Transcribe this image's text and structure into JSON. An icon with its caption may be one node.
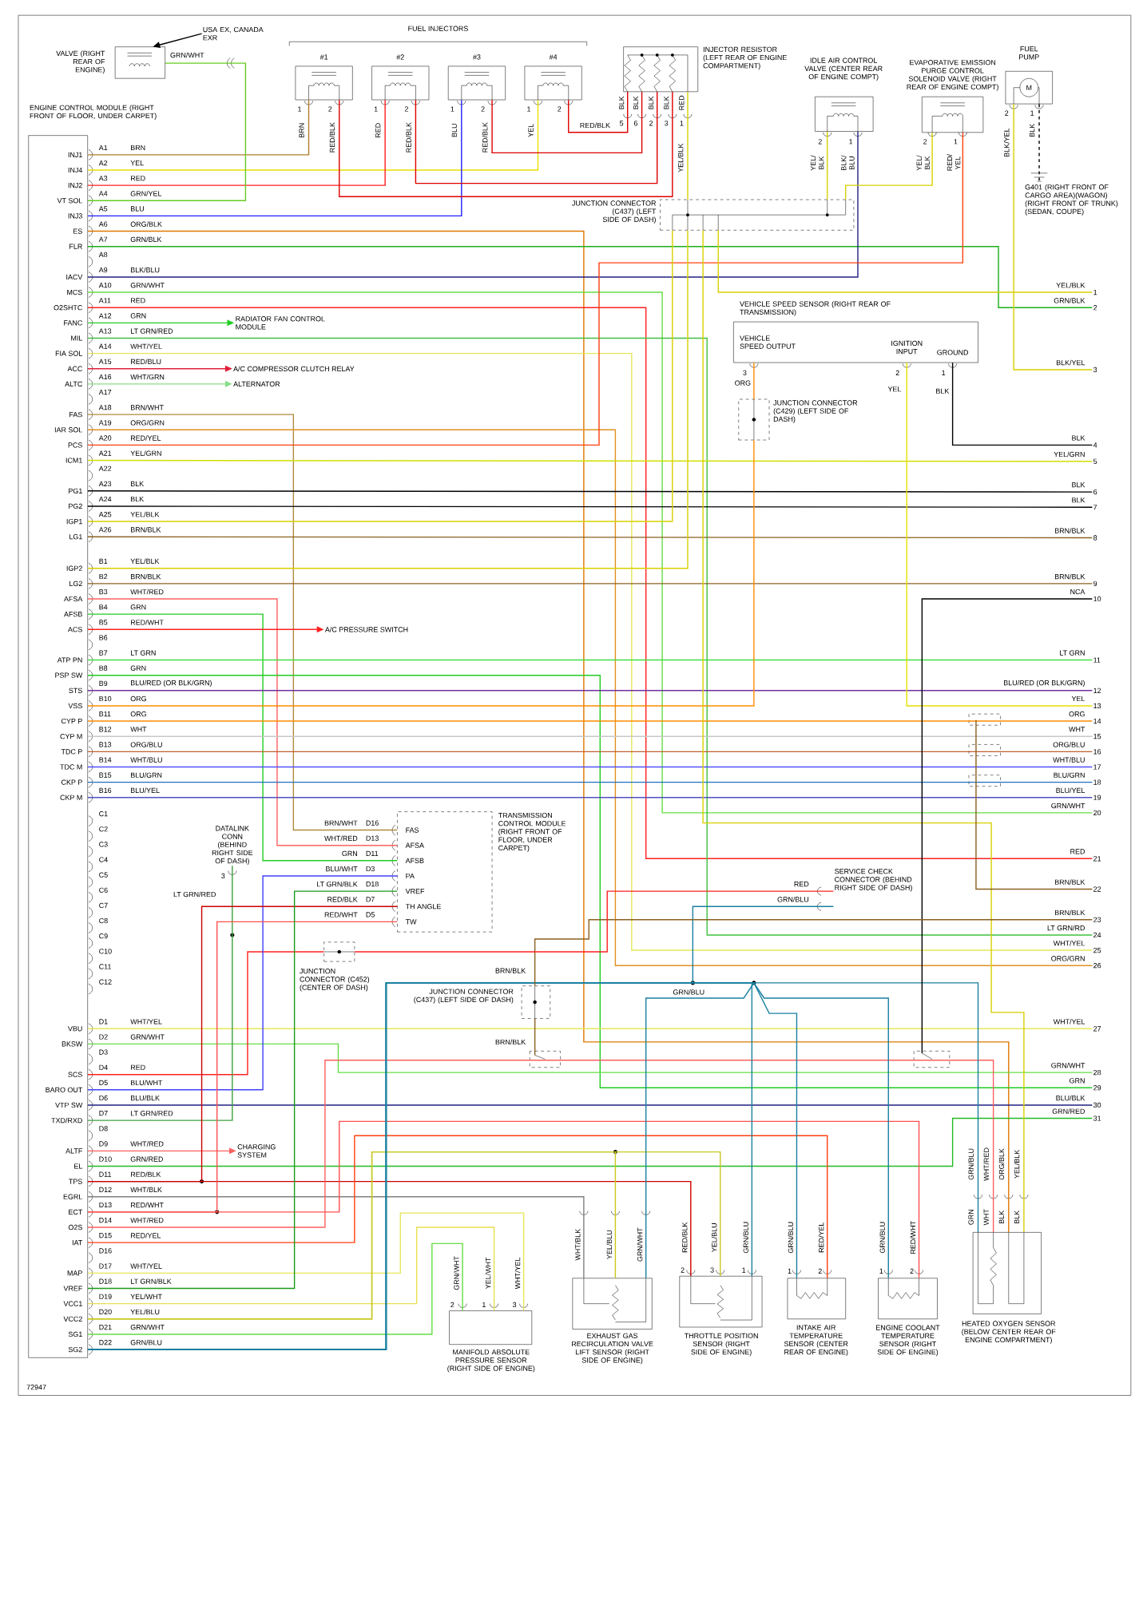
{
  "diagram": {
    "nodes": [
      {
        "text": [
          "ENGINE CONTROL MODULE (RIGHT FRONT OF FLOOR, UNDER CARPET)"
        ]
      },
      {
        "text": [
          "VALVE (RIGHT REAR OF ENGINE)"
        ]
      },
      {
        "text": [
          "USA EX, CANADA EXR"
        ]
      },
      {
        "text": [
          "#1"
        ]
      },
      {
        "text": [
          "#2"
        ]
      },
      {
        "text": [
          "#3"
        ]
      },
      {
        "text": [
          "#4"
        ]
      },
      {
        "text": [
          "INJECTOR RESISTOR (LEFT REAR OF ENGINE COMPARTMENT)"
        ]
      },
      {
        "text": [
          "IDLE AIR CONTROL VALVE (CENTER REAR OF ENGINE COMPT)"
        ]
      },
      {
        "text": [
          "EVAPORATIVE EMISSION PURGE CONTROL SOLENOID VALVE (RIGHT REAR OF ENGINE COMPT)"
        ]
      },
      {
        "text": [
          "FUEL PUMP"
        ]
      },
      {
        "text": [
          "G401 (RIGHT FRONT OF CARGO AREA)(WAGON) (RIGHT FRONT OF TRUNK) (SEDAN, COUPE)"
        ]
      },
      {
        "text": [
          "JUNCTION CONNECTOR (C437) (LEFT SIDE OF DASH)"
        ]
      },
      {
        "text": [
          "VEHICLE SPEED SENSOR (RIGHT REAR OF TRANSMISSION)",
          "VEHICLE SPEED OUTPUT",
          "IGNITION INPUT",
          "GROUND"
        ]
      },
      {
        "text": [
          "JUNCTION CONNECTOR (C429) (LEFT SIDE OF DASH)"
        ]
      },
      {
        "text": [
          "RADIATOR FAN CONTROL MODULE"
        ]
      },
      {
        "text": [
          "A/C COMPRESSOR CLUTCH RELAY"
        ]
      },
      {
        "text": [
          "ALTERNATOR"
        ]
      },
      {
        "text": [
          "A/C PRESSURE SWITCH"
        ]
      },
      {
        "text": [
          "FAS",
          "AFSA",
          "AFSB",
          "PA",
          "VREF",
          "TH ANGLE",
          "TW",
          "TRANSMISSION CONTROL MODULE (RIGHT FRONT OF FLOOR, UNDER CARPET)"
        ]
      },
      {
        "text": [
          "DATALINK CONN (BEHIND RIGHT SIDE OF DASH)"
        ]
      },
      {
        "text": [
          "JUNCTION CONNECTOR (C452) (CENTER OF DASH)"
        ]
      },
      {
        "text": [
          "SERVICE CHECK CONNECTOR (BEHIND RIGHT SIDE OF DASH)"
        ]
      },
      {
        "text": [
          "JUNCTION CONNECTOR (C437) (LEFT SIDE OF DASH)"
        ]
      },
      {
        "text": [
          "CHARGING SYSTEM"
        ]
      },
      {
        "text": [
          "MANIFOLD ABSOLUTE PRESSURE SENSOR (RIGHT SIDE OF ENGINE)"
        ]
      },
      {
        "text": [
          "EXHAUST GAS RECIRCULATION VALVE LIFT SENSOR (RIGHT SIDE OF ENGINE)"
        ]
      },
      {
        "text": [
          "THROTTLE POSITION SENSOR (RIGHT SIDE OF ENGINE)"
        ]
      },
      {
        "text": [
          "INTAKE AIR TEMPERATURE SENSOR (CENTER REAR OF ENGINE)"
        ]
      },
      {
        "text": [
          "ENGINE COOLANT TEMPERATURE SENSOR (RIGHT SIDE OF ENGINE)"
        ]
      },
      {
        "text": [
          "HEATED OXYGEN SENSOR (BELOW CENTER REAR OF ENGINE COMPARTMENT)"
        ]
      },
      {
        "text": [
          "1"
        ]
      },
      {
        "text": [
          "2"
        ]
      },
      {
        "text": [
          "3"
        ]
      },
      {
        "text": [
          "4"
        ]
      },
      {
        "text": [
          "5"
        ]
      },
      {
        "text": [
          "6"
        ]
      },
      {
        "text": [
          "7"
        ]
      },
      {
        "text": [
          "8"
        ]
      },
      {
        "text": [
          "9"
        ]
      },
      {
        "text": [
          "10"
        ]
      },
      {
        "text": [
          "11"
        ]
      },
      {
        "text": [
          "12"
        ]
      },
      {
        "text": [
          "13"
        ]
      },
      {
        "text": [
          "14"
        ]
      },
      {
        "text": [
          "15"
        ]
      },
      {
        "text": [
          "16"
        ]
      },
      {
        "text": [
          "17"
        ]
      },
      {
        "text": [
          "18"
        ]
      },
      {
        "text": [
          "19"
        ]
      },
      {
        "text": [
          "20"
        ]
      },
      {
        "text": [
          "21"
        ]
      },
      {
        "text": [
          "22"
        ]
      },
      {
        "text": [
          "23"
        ]
      },
      {
        "text": [
          "24"
        ]
      },
      {
        "text": [
          "25"
        ]
      },
      {
        "text": [
          "26"
        ]
      },
      {
        "text": [
          "27"
        ]
      },
      {
        "text": [
          "28"
        ]
      },
      {
        "text": [
          "29"
        ]
      },
      {
        "text": [
          "30"
        ]
      },
      {
        "text": [
          "31"
        ]
      }
    ],
    "edges": [
      {
        "from": 0,
        "to": 3,
        "arrow": "none",
        "label": "BRN",
        "color": "#b07d2b"
      },
      {
        "from": 0,
        "to": 6,
        "arrow": "none",
        "label": "YEL",
        "color": "#e8e000"
      },
      {
        "from": 0,
        "to": 4,
        "arrow": "none",
        "label": "RED",
        "color": "#ff2020"
      },
      {
        "from": 0,
        "to": 1,
        "arrow": "none",
        "label": "GRN/YEL",
        "color": "#66cc22"
      },
      {
        "from": 0,
        "to": 5,
        "arrow": "none",
        "label": "BLU",
        "color": "#2020ff"
      },
      {
        "from": 0,
        "to": 30,
        "arrow": "none",
        "label": "ORG/BLK",
        "color": "#e07800"
      },
      {
        "from": 0,
        "to": 32,
        "arrow": "none",
        "label": "GRN/BLK",
        "color": "#18b018"
      },
      {
        "from": 0,
        "to": 8,
        "arrow": "none",
        "label": "BLK/BLU",
        "color": "#202080"
      },
      {
        "from": 0,
        "to": 50,
        "arrow": "none",
        "label": "GRN/WHT",
        "color": "#66dd44"
      },
      {
        "from": 0,
        "to": 51,
        "arrow": "none",
        "label": "RED",
        "color": "#ff2020"
      },
      {
        "from": 0,
        "to": 15,
        "arrow": "to",
        "label": "GRN",
        "color": "#22cc22"
      },
      {
        "from": 0,
        "to": 54,
        "arrow": "none",
        "label": "LT GRN/RED",
        "color": "#40c040"
      },
      {
        "from": 0,
        "to": 55,
        "arrow": "none",
        "label": "WHT/YEL",
        "color": "#e6e65a"
      },
      {
        "from": 0,
        "to": 16,
        "arrow": "to",
        "label": "RED/BLU",
        "color": "#e0203a"
      },
      {
        "from": 0,
        "to": 17,
        "arrow": "to",
        "label": "WHT/GRN",
        "color": "#88dd88"
      },
      {
        "from": 0,
        "to": 19,
        "arrow": "none",
        "label": "BRN/WHT",
        "color": "#b08a40"
      },
      {
        "from": 0,
        "to": 56,
        "arrow": "none",
        "label": "ORG/GRN",
        "color": "#e09020"
      },
      {
        "from": 0,
        "to": 9,
        "arrow": "none",
        "label": "RED/YEL",
        "color": "#ff4010"
      },
      {
        "from": 0,
        "to": 35,
        "arrow": "none",
        "label": "YEL/GRN",
        "color": "#d0e000"
      },
      {
        "from": 0,
        "to": 36,
        "arrow": "none",
        "label": "BLK",
        "color": "#000000"
      },
      {
        "from": 0,
        "to": 37,
        "arrow": "none",
        "label": "BLK",
        "color": "#000000"
      },
      {
        "from": 0,
        "to": 12,
        "arrow": "none",
        "label": "YEL/BLK",
        "color": "#d8d000"
      },
      {
        "from": 0,
        "to": 38,
        "arrow": "none",
        "label": "BRN/BLK",
        "color": "#8a6020"
      },
      {
        "from": 0,
        "to": 12,
        "arrow": "none",
        "label": "YEL/BLK",
        "color": "#d8d000"
      },
      {
        "from": 0,
        "to": 39,
        "arrow": "none",
        "label": "BRN/BLK",
        "color": "#8a6020"
      },
      {
        "from": 0,
        "to": 19,
        "arrow": "none",
        "label": "WHT/RED",
        "color": "#ff6060"
      },
      {
        "from": 0,
        "to": 19,
        "arrow": "none",
        "label": "GRN",
        "color": "#22cc22"
      },
      {
        "from": 0,
        "to": 18,
        "arrow": "to",
        "label": "RED/WHT",
        "color": "#ff2020"
      },
      {
        "from": 0,
        "to": 41,
        "arrow": "none",
        "label": "LT GRN",
        "color": "#40e040"
      },
      {
        "from": 0,
        "to": 59,
        "arrow": "none",
        "label": "GRN",
        "color": "#22cc22"
      },
      {
        "from": 0,
        "to": 42,
        "arrow": "none",
        "label": "BLU/RED (OR BLK/GRN)",
        "color": "#7030a0"
      },
      {
        "from": 0,
        "to": 14,
        "arrow": "none",
        "label": "ORG",
        "color": "#ff8c00"
      },
      {
        "from": 0,
        "to": 44,
        "arrow": "none",
        "label": "ORG",
        "color": "#ff8c00"
      },
      {
        "from": 0,
        "to": 45,
        "arrow": "none",
        "label": "WHT",
        "color": "#c8c8c8"
      },
      {
        "from": 0,
        "to": 46,
        "arrow": "none",
        "label": "ORG/BLU",
        "color": "#c06030"
      },
      {
        "from": 0,
        "to": 47,
        "arrow": "none",
        "label": "WHT/BLU",
        "color": "#5050ff"
      },
      {
        "from": 0,
        "to": 48,
        "arrow": "none",
        "label": "BLU/GRN",
        "color": "#2070c0"
      },
      {
        "from": 0,
        "to": 49,
        "arrow": "none",
        "label": "BLU/YEL",
        "color": "#5050c0"
      },
      {
        "from": 0,
        "to": 57,
        "arrow": "none",
        "label": "WHT/YEL",
        "color": "#e6e65a"
      },
      {
        "from": 0,
        "to": 58,
        "arrow": "none",
        "label": "GRN/WHT",
        "color": "#66dd44"
      },
      {
        "from": 0,
        "to": 21,
        "arrow": "none",
        "label": "RED",
        "color": "#ff2020"
      },
      {
        "from": 0,
        "to": 19,
        "arrow": "none",
        "label": "BLU/WHT",
        "color": "#4040ff"
      },
      {
        "from": 0,
        "to": 60,
        "arrow": "none",
        "label": "BLU/BLK",
        "color": "#202080"
      },
      {
        "from": 0,
        "to": 20,
        "arrow": "none",
        "label": "LT GRN/RED",
        "color": "#40a040"
      },
      {
        "from": 0,
        "to": 24,
        "arrow": "to",
        "label": "WHT/RED",
        "color": "#ff6060"
      },
      {
        "from": 0,
        "to": 61,
        "arrow": "none",
        "label": "GRN/RED",
        "color": "#22bb22"
      },
      {
        "from": 0,
        "to": 27,
        "arrow": "none",
        "label": "RED/BLK",
        "color": "#cc0000"
      },
      {
        "from": 0,
        "to": 19,
        "arrow": "none",
        "label": "RED/BLK",
        "color": "#cc0000"
      },
      {
        "from": 0,
        "to": 26,
        "arrow": "none",
        "label": "WHT/BLK",
        "color": "#808080"
      },
      {
        "from": 0,
        "to": 29,
        "arrow": "none",
        "label": "RED/WHT",
        "color": "#ff5050"
      },
      {
        "from": 0,
        "to": 19,
        "arrow": "none",
        "label": "RED/WHT",
        "color": "#ff5050"
      },
      {
        "from": 0,
        "to": 30,
        "arrow": "none",
        "label": "WHT/RED",
        "color": "#ff6060"
      },
      {
        "from": 0,
        "to": 28,
        "arrow": "none",
        "label": "RED/YEL",
        "color": "#ff4010"
      },
      {
        "from": 0,
        "to": 25,
        "arrow": "none",
        "label": "WHT/YEL",
        "color": "#e6e65a"
      },
      {
        "from": 0,
        "to": 19,
        "arrow": "none",
        "label": "LT GRN/BLK",
        "color": "#1a9a1a"
      },
      {
        "from": 0,
        "to": 25,
        "arrow": "none",
        "label": "YEL/WHT",
        "color": "#e8e050"
      },
      {
        "from": 0,
        "to": 26,
        "arrow": "none",
        "label": "YEL/BLU",
        "color": "#c8c820"
      },
      {
        "from": 0,
        "to": 27,
        "arrow": "none",
        "label": "YEL/BLU",
        "color": "#c8c820"
      },
      {
        "from": 0,
        "to": 25,
        "arrow": "none",
        "label": "GRN/WHT",
        "color": "#66dd44"
      },
      {
        "from": 0,
        "to": 22,
        "arrow": "none",
        "label": "GRN/BLU",
        "color": "#1a80a0"
      },
      {
        "from": 0,
        "to": 26,
        "arrow": "none",
        "label": "GRN/WHT",
        "color": "#1a80a0"
      },
      {
        "from": 0,
        "to": 27,
        "arrow": "none",
        "label": "GRN/BLU",
        "color": "#1a80a0"
      },
      {
        "from": 0,
        "to": 28,
        "arrow": "none",
        "label": "GRN/BLU",
        "color": "#1a80a0"
      },
      {
        "from": 0,
        "to": 29,
        "arrow": "none",
        "label": "GRN/BLU",
        "color": "#1a80a0"
      },
      {
        "from": 0,
        "to": 30,
        "arrow": "none",
        "label": "GRN/BLU",
        "color": "#1a80a0"
      },
      {
        "from": 3,
        "to": 7,
        "arrow": "none",
        "label": "RED/BLK",
        "color": "#dd0000"
      },
      {
        "from": 4,
        "to": 7,
        "arrow": "none",
        "label": "RED/BLK",
        "color": "#dd0000"
      },
      {
        "from": 5,
        "to": 7,
        "arrow": "none",
        "label": "RED/BLK",
        "color": "#dd0000"
      },
      {
        "from": 6,
        "to": 7,
        "arrow": "none",
        "label": "RED/BLK",
        "color": "#dd0000"
      },
      {
        "from": 7,
        "to": 12,
        "arrow": "none",
        "label": "YEL/BLK",
        "color": "#d8d000"
      },
      {
        "from": 8,
        "to": 12,
        "arrow": "none",
        "label": "YEL/ BLK",
        "color": "#d8d000"
      },
      {
        "from": 9,
        "to": 12,
        "arrow": "none",
        "label": "YEL/ BLK",
        "color": "#d8d000"
      },
      {
        "from": 12,
        "to": 31,
        "arrow": "none",
        "label": "YEL/BLK",
        "color": "#d8d000"
      },
      {
        "from": 12,
        "to": 30,
        "arrow": "none",
        "label": "YEL/BLK",
        "color": "#d8d000"
      },
      {
        "from": 10,
        "to": 33,
        "arrow": "none",
        "label": "BLK/YEL",
        "color": "#d8d000"
      },
      {
        "from": 10,
        "to": 11,
        "arrow": "none",
        "label": "BLK",
        "style": "dashed",
        "color": "#000000"
      },
      {
        "from": 13,
        "to": 14,
        "arrow": "none",
        "label": "ORG",
        "color": "#ff8c00"
      },
      {
        "from": 13,
        "to": 43,
        "arrow": "none",
        "label": "YEL",
        "color": "#e8e000"
      },
      {
        "from": 13,
        "to": 34,
        "arrow": "none",
        "label": "BLK",
        "color": "#000000"
      },
      {
        "from": 40,
        "to": null,
        "arrow": "none",
        "label": "NCA",
        "color": "#000000"
      },
      {
        "from": 52,
        "to": null,
        "arrow": "none",
        "label": "BRN/BLK",
        "color": "#8a6020"
      },
      {
        "from": 53,
        "to": 23,
        "arrow": "none",
        "label": "BRN/BLK",
        "color": "#8a6020"
      },
      {
        "from": 21,
        "to": 22,
        "arrow": "none",
        "label": "RED",
        "color": "#ff2020"
      },
      {
        "from": 23,
        "to": null,
        "arrow": "none",
        "label": "BRN/BLK",
        "color": "#8a6020"
      },
      {
        "from": 2,
        "to": 1,
        "arrow": "to",
        "color": "#000000"
      }
    ],
    "labels": [
      "FUEL INJECTORS",
      "GRN/WHT",
      "1",
      "2",
      "BRN",
      "1",
      "2",
      "RED",
      "1",
      "2",
      "BLU",
      "1",
      "2",
      "YEL",
      "BLK",
      "BLK",
      "BLK",
      "BLK",
      "RED",
      "5",
      "6",
      "2",
      "3",
      "1",
      "2",
      "1",
      "BLK/ BLU",
      "2",
      "1",
      "RED/ YEL",
      "M",
      "2",
      "1",
      "INJ1",
      "A1",
      "INJ4",
      "A2",
      "INJ2",
      "A3",
      "VT SOL",
      "A4",
      "INJ3",
      "A5",
      "ES",
      "A6",
      "FLR",
      "A7",
      "A8",
      "IACV",
      "A9",
      "MCS",
      "A10",
      "O2SHTC",
      "A11",
      "FANC",
      "A12",
      "MIL",
      "A13",
      "FIA SOL",
      "A14",
      "ACC",
      "A15",
      "ALTC",
      "A16",
      "A17",
      "FAS",
      "A18",
      "IAR SOL",
      "A19",
      "PCS",
      "A20",
      "ICM1",
      "A21",
      "A22",
      "PG1",
      "A23",
      "PG2",
      "A24",
      "IGP1",
      "A25",
      "LG1",
      "A26",
      "IGP2",
      "B1",
      "LG2",
      "B2",
      "AFSA",
      "B3",
      "AFSB",
      "B4",
      "ACS",
      "B5",
      "B6",
      "ATP PN",
      "B7",
      "PSP SW",
      "B8",
      "STS",
      "B9",
      "VSS",
      "B10",
      "CYP P",
      "B11",
      "CYP M",
      "B12",
      "TDC P",
      "B13",
      "TDC M",
      "B14",
      "CKP P",
      "B15",
      "CKP M",
      "B16",
      "C1",
      "C2",
      "C3",
      "C4",
      "C5",
      "C6",
      "C7",
      "C8",
      "C9",
      "C10",
      "C11",
      "C12",
      "VBU",
      "D1",
      "BKSW",
      "D2",
      "D3",
      "SCS",
      "D4",
      "BARO OUT",
      "D5",
      "VTP SW",
      "D6",
      "TXD/RXD",
      "D7",
      "D8",
      "ALTF",
      "D9",
      "EL",
      "D10",
      "TPS",
      "D11",
      "EGRL",
      "D12",
      "ECT",
      "D13",
      "O2S",
      "D14",
      "IAT",
      "D15",
      "D16",
      "MAP",
      "D17",
      "VREF",
      "D18",
      "VCC1",
      "D19",
      "VCC2",
      "D20",
      "SG1",
      "D21",
      "SG2",
      "D22",
      "GRN/BLK",
      "BLK/YEL",
      "BLK",
      "YEL/GRN",
      "BLK",
      "BLK",
      "BRN/BLK",
      "BRN/BLK",
      "LT GRN",
      "BLU/RED (OR BLK/GRN)",
      "YEL",
      "ORG",
      "WHT",
      "ORG/BLU",
      "WHT/BLU",
      "BLU/GRN",
      "BLU/YEL",
      "GRN/WHT",
      "RED",
      "LT GRN/RD",
      "WHT/YEL",
      "ORG/GRN",
      "WHT/YEL",
      "GRN/WHT",
      "GRN",
      "BLU/BLK",
      "GRN/RED",
      "3",
      "2",
      "1",
      "BRN/WHT",
      "D16",
      "WHT/RED",
      "D13",
      "GRN",
      "D11",
      "BLU/WHT",
      "D3",
      "LT GRN/BLK",
      "D18",
      "D7",
      "D5",
      "3",
      "LT GRN/RED",
      "GRN/BLU",
      "BRN/BLK",
      "GRN/BLU",
      "GRN/WHT",
      "YEL/WHT",
      "WHT/YEL",
      "2",
      "1",
      "3",
      "WHT/BLK",
      "YEL/BLU",
      "RED/BLK",
      "2",
      "3",
      "1",
      "RED/YEL",
      "1",
      "2",
      "RED/WHT",
      "1",
      "2",
      "WHT/RED",
      "ORG/BLK",
      "GRN",
      "WHT",
      "BLK",
      "BLK",
      "72947"
    ]
  }
}
